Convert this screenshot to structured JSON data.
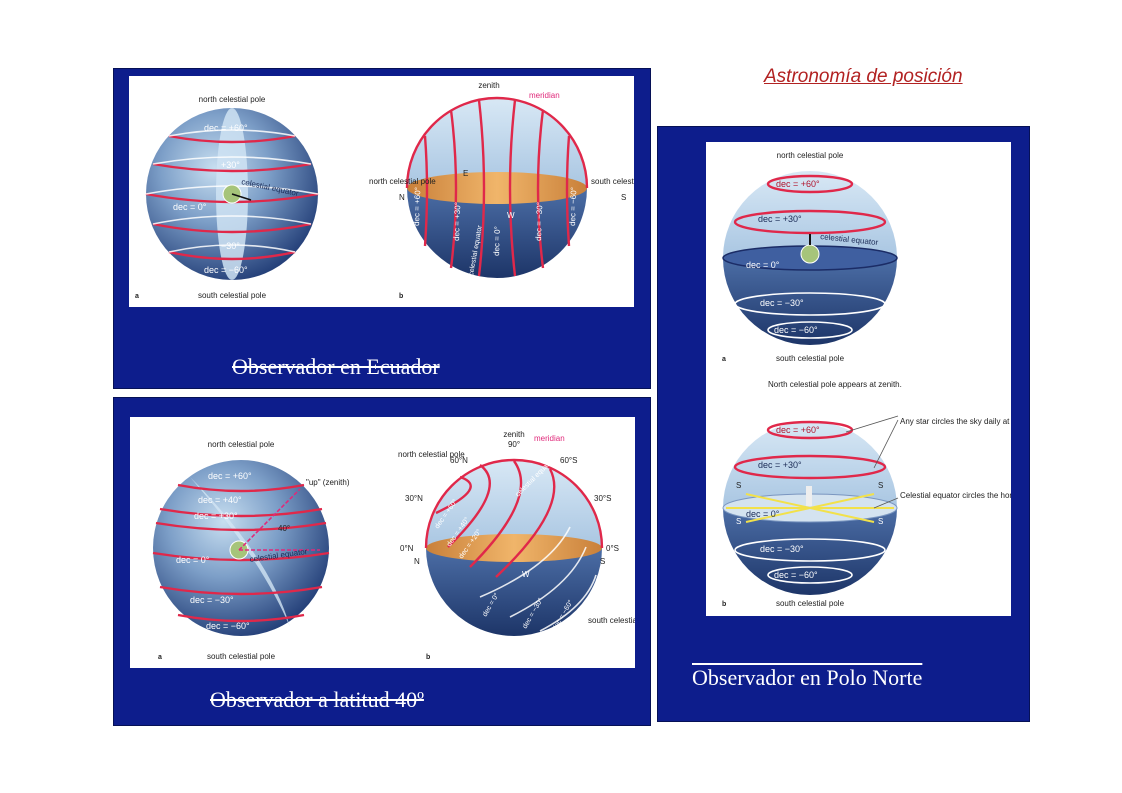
{
  "header": {
    "title": "Astronomía de posición"
  },
  "panels": {
    "ecuador": {
      "caption": "Observador en Ecuador",
      "a": {
        "tag": "a",
        "north_pole": "north celestial pole",
        "south_pole": "south celestial pole",
        "equator": "celestial equator",
        "dec_p60": "dec = +60°",
        "dec_p30": "+30°",
        "dec_0": "dec = 0°",
        "dec_m30": "−30°",
        "dec_m60": "dec = −60°"
      },
      "b": {
        "tag": "b",
        "zenith": "zenith",
        "meridian": "meridian",
        "north_pole": "north celestial pole",
        "north_letter": "N",
        "south_pole": "south celestial pole",
        "south_letter": "S",
        "east": "E",
        "west": "W",
        "dec_p60": "dec = +60°",
        "dec_p30": "dec = +30°",
        "dec_0": "dec = 0°",
        "dec_m30": "dec = −30°",
        "dec_m60": "dec = −60°",
        "equator": "celestial equator"
      }
    },
    "latitud": {
      "caption": "Observador a latitud 40º",
      "a": {
        "tag": "a",
        "north_pole": "north celestial pole",
        "south_pole": "south celestial pole",
        "up": "\"up\" (zenith)",
        "angle": "40°",
        "equator": "celestial equator",
        "dec_p60": "dec = +60°",
        "dec_p40": "dec = +40°",
        "dec_p30": "dec = +30°",
        "dec_0": "dec = 0°",
        "dec_m30": "dec = −30°",
        "dec_m60": "dec = −60°"
      },
      "b": {
        "tag": "b",
        "zenith": "zenith",
        "zenith_deg": "90°",
        "meridian": "meridian",
        "north_pole": "north celestial pole",
        "n60": "60°N",
        "n30": "30°N",
        "n0": "0°N",
        "s60": "60°S",
        "s30": "30°S",
        "s0": "0°S",
        "north_letter": "N",
        "south_letter": "S",
        "west": "W",
        "south_pole": "south celestial pole",
        "equator": "celestial equator",
        "dec_p60": "dec = +60°",
        "dec_p40": "dec = +40°",
        "dec_p20": "dec = +20°",
        "dec_0": "dec = 0°",
        "dec_m30": "dec = −30°",
        "dec_m60": "dec = −60°"
      }
    },
    "polo": {
      "caption": "Observador en Polo Norte",
      "a": {
        "tag": "a",
        "north_pole": "north celestial pole",
        "south_pole": "south celestial pole",
        "equator": "celestial equator",
        "dec_p60": "dec = +60°",
        "dec_p30": "dec = +30°",
        "dec_0": "dec = 0°",
        "dec_m30": "dec = −30°",
        "dec_m60": "dec = −60°"
      },
      "b": {
        "tag": "b",
        "north_pole_zenith": "North celestial pole appears at zenith.",
        "star_circles": "Any star circles the sky daily at an altitude equal to its declination.",
        "equator_circles": "Celestial equator circles the horizon.",
        "south_pole": "south celestial pole",
        "S": "S",
        "dec_p60": "dec = +60°",
        "dec_p30": "dec = +30°",
        "dec_0": "dec = 0°",
        "dec_m30": "dec = −30°",
        "dec_m60": "dec = −60°"
      }
    }
  },
  "colors": {
    "panel_bg": "#0d1d8c",
    "title": "#b22222",
    "arc_red": "#e0284a",
    "meridian_label": "#e0297a",
    "sphere_dark": "#25407a",
    "sphere_light": "#b7d2ea",
    "horizon": "#e0a24a"
  }
}
